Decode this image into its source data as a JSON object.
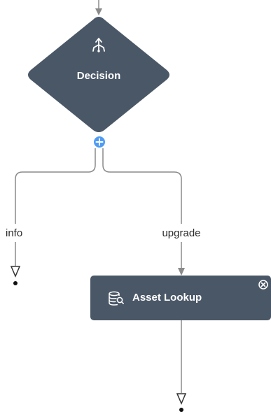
{
  "flow": {
    "decision": {
      "label": "Decision",
      "icon": "branch-icon",
      "add_icon": "plus-icon"
    },
    "branches": [
      {
        "label": "info"
      },
      {
        "label": "upgrade"
      }
    ],
    "asset_lookup": {
      "label": "Asset Lookup",
      "icon": "database-search-icon",
      "close_icon": "close-icon"
    }
  },
  "colors": {
    "node_fill": "#4a5767",
    "connector": "#8a8a8a",
    "add_button": "#4f9cf5",
    "end_dot": "#111111"
  }
}
